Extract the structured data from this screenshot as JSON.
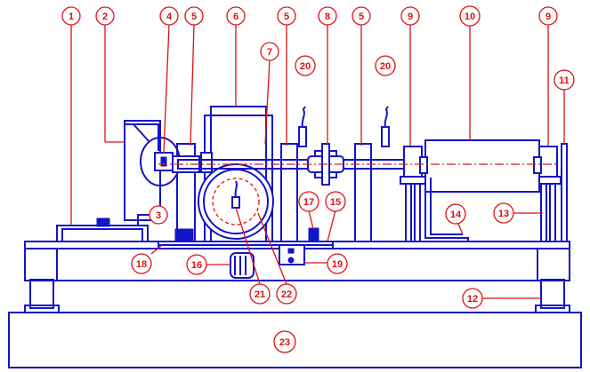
{
  "labels": [
    "1",
    "2",
    "3",
    "4",
    "5",
    "6",
    "7",
    "8",
    "9",
    "10",
    "11",
    "12",
    "13",
    "14",
    "15",
    "16",
    "17",
    "18",
    "19",
    "20",
    "21",
    "22",
    "23"
  ],
  "colors": {
    "structure": "#1414c8",
    "callouts": "#dd1111",
    "background": "#ffffff"
  }
}
